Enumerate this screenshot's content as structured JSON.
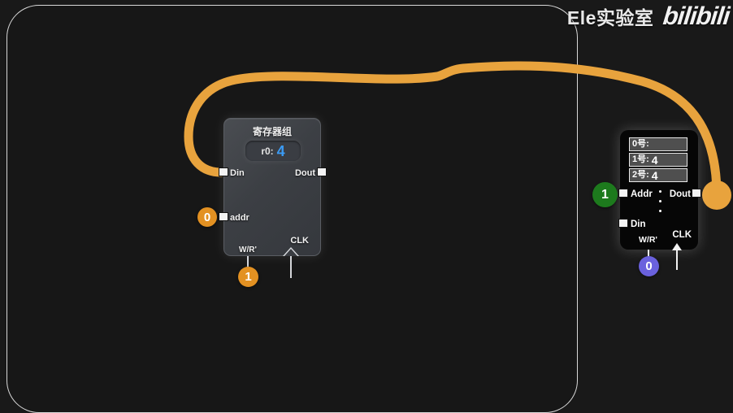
{
  "watermark": {
    "channel": "Ele实验室",
    "platform": "bilibili"
  },
  "register_block": {
    "title": "寄存器组",
    "readout": {
      "name": "r0:",
      "value": "4",
      "value_color": "#3b9bf5"
    },
    "ports": {
      "din": "Din",
      "dout": "Dout",
      "addr": "addr",
      "wr": "W/R'",
      "clk": "CLK"
    },
    "inputs": {
      "addr_value": "0",
      "addr_badge_color": "#e39122",
      "wr_value": "1",
      "wr_badge_color": "#e39122"
    }
  },
  "memory_block": {
    "rows": [
      {
        "label": "0号:",
        "value": ""
      },
      {
        "label": "1号:",
        "value": "4"
      },
      {
        "label": "2号:",
        "value": "4"
      }
    ],
    "ellipsis": "⋮",
    "ports": {
      "addr": "Addr",
      "dout": "Dout",
      "din": "Din",
      "wr": "W/R'",
      "clk": "CLK"
    },
    "inputs": {
      "addr_value": "1",
      "addr_badge_color": "#1d7a1d",
      "wr_value": "0",
      "wr_badge_color": "#6a61dd"
    }
  },
  "wire": {
    "name": "dout-to-din-bus",
    "color": "#e8a33d",
    "from": "memory.Dout",
    "to": "register.Din"
  },
  "canvas": {
    "background": "#171717",
    "border_color": "#d8d8d8"
  }
}
